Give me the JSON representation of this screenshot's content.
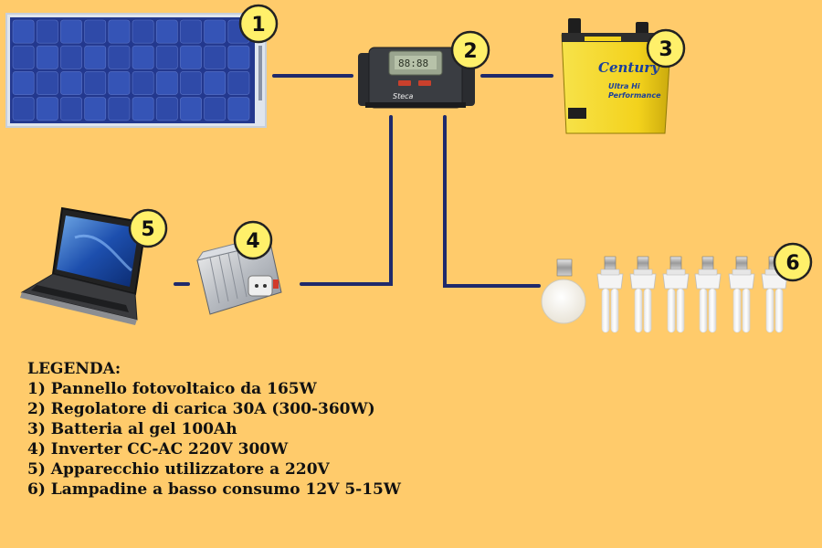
{
  "colors": {
    "background": "#FFCB6B",
    "wire": "#1F2A6B",
    "badge_fill": "#FFF06A",
    "badge_stroke": "#222222"
  },
  "badges": [
    "1",
    "2",
    "3",
    "4",
    "5",
    "6"
  ],
  "product_labels": {
    "controller_brand": "Steca",
    "battery_brand": "Century",
    "battery_line_1": "Ultra Hi",
    "battery_line_2": "Performance"
  },
  "legend": {
    "title": "LEGENDA:",
    "items": [
      "1) Pannello fotovoltaico da 165W",
      "2) Regolatore di carica 30A (300-360W)",
      "3) Batteria al gel 100Ah",
      "4) Inverter CC-AC 220V 300W",
      "5) Apparecchio utilizzatore a 220V",
      "6) Lampadine a basso consumo 12V 5-15W"
    ]
  }
}
